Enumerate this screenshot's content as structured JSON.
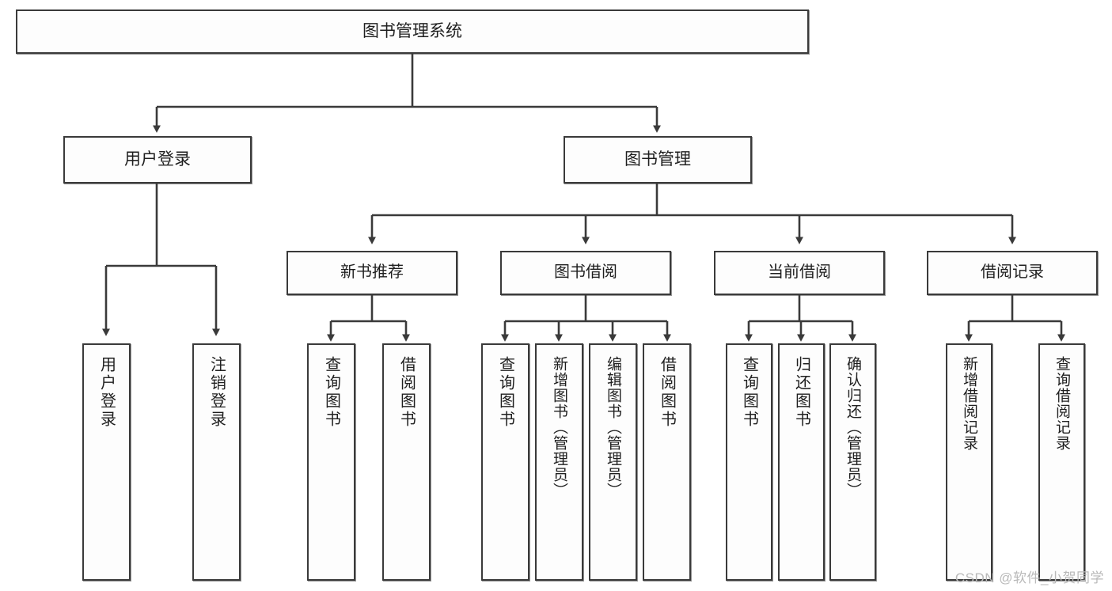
{
  "diagram": {
    "title": "图书管理系统",
    "type": "tree-hierarchy",
    "watermark": "CSDN @软件_小贺同学",
    "root": {
      "label": "图书管理系统"
    },
    "level2": [
      {
        "label": "用户登录"
      },
      {
        "label": "图书管理"
      }
    ],
    "level3": [
      {
        "label": "新书推荐"
      },
      {
        "label": "图书借阅"
      },
      {
        "label": "当前借阅"
      },
      {
        "label": "借阅记录"
      }
    ],
    "leaves": {
      "user_login": [
        {
          "label": "用户登录"
        },
        {
          "label": "注销登录"
        }
      ],
      "new_book_recommend": [
        {
          "label": "查询图书"
        },
        {
          "label": "借阅图书"
        }
      ],
      "book_borrow": [
        {
          "label": "查询图书"
        },
        {
          "label": "新增图书（管理员）"
        },
        {
          "label": "编辑图书（管理员）"
        },
        {
          "label": "借阅图书"
        }
      ],
      "current_borrow": [
        {
          "label": "查询图书"
        },
        {
          "label": "归还图书"
        },
        {
          "label": "确认归还（管理员）"
        }
      ],
      "borrow_record": [
        {
          "label": "新增借阅记录"
        },
        {
          "label": "查询借阅记录"
        }
      ]
    },
    "colors": {
      "stroke": "#3a3a3a",
      "fill": "#fdfdfd",
      "text": "#1f1f1f",
      "watermark": "#b9b9b9"
    }
  }
}
